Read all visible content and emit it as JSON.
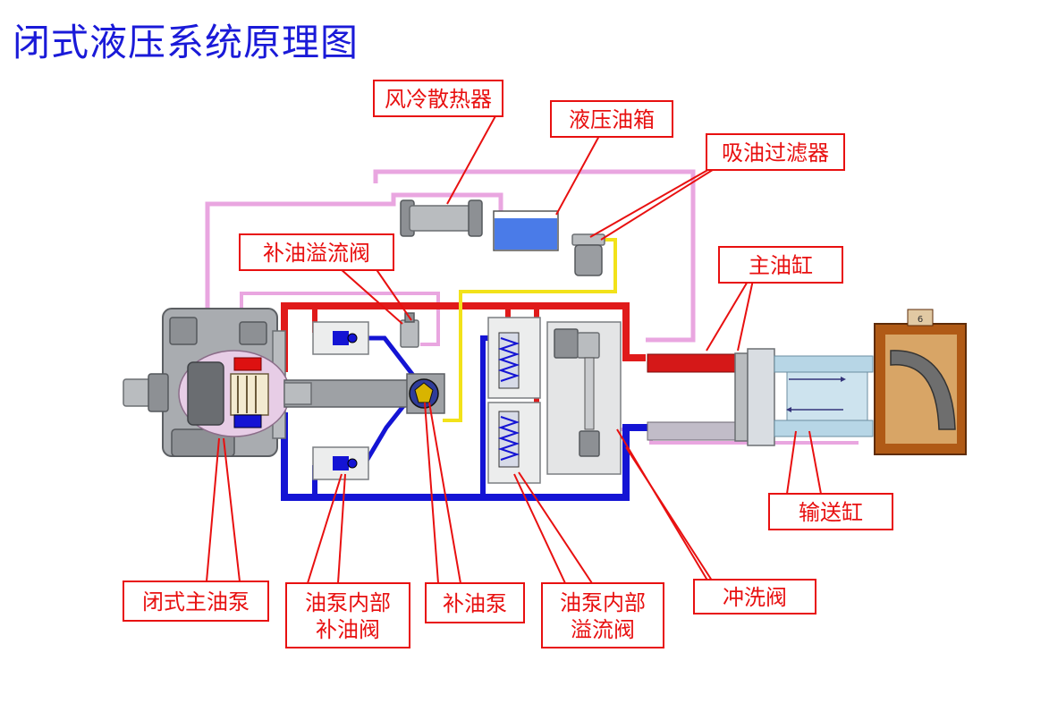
{
  "title": "闭式液压系统原理图",
  "labels": {
    "air_cooler": "风冷散热器",
    "oil_tank": "液压油箱",
    "suction_filter": "吸油过滤器",
    "charge_relief_valve": "补油溢流阀",
    "main_cylinder": "主油缸",
    "conveying_cylinder": "输送缸",
    "closed_main_pump": "闭式主油泵",
    "pump_internal_charge_valve_line1": "油泵内部",
    "pump_internal_charge_valve_line2": "补油阀",
    "charge_pump": "补油泵",
    "pump_internal_relief_valve_line1": "油泵内部",
    "pump_internal_relief_valve_line2": "溢流阀",
    "flush_valve": "冲洗阀",
    "hopper_number": "6"
  },
  "colors": {
    "title": "#1a1ad8",
    "callout": "#e81010",
    "high_pressure": "#e01a1a",
    "low_pressure": "#1414d4",
    "return_line": "#e9a6e0",
    "charge_line": "#f2e21a",
    "tank_oil": "#4a7be8"
  }
}
